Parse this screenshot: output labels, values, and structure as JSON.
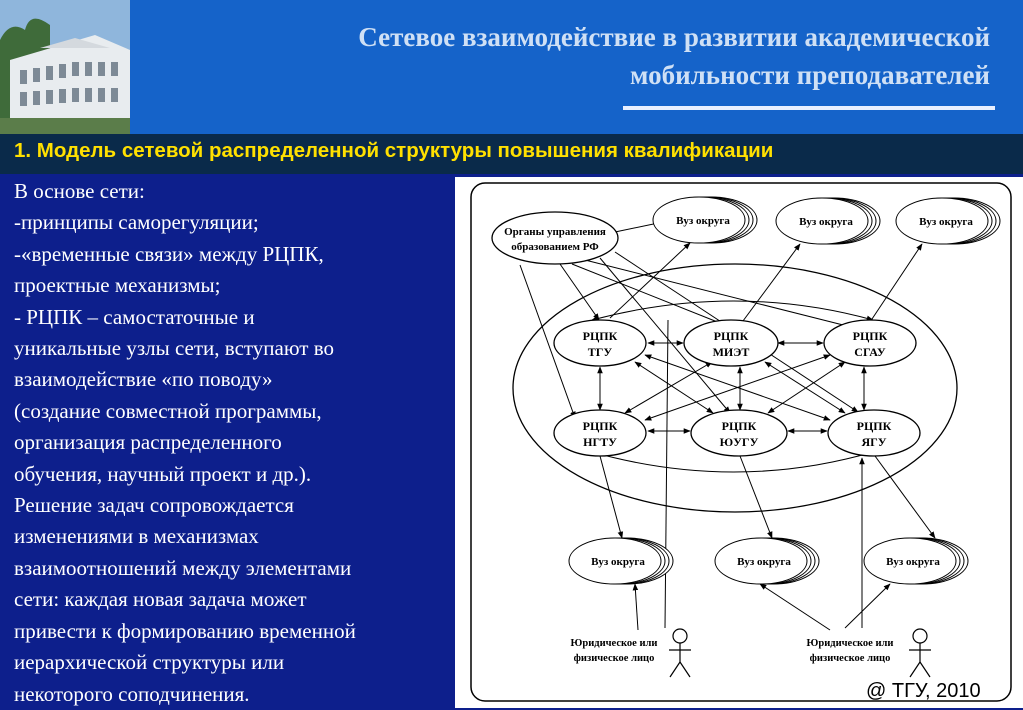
{
  "header": {
    "title_line1": "Сетевое взаимодействие в развитии академической",
    "title_line2": "мобильности преподавателей"
  },
  "subtitle": "1. Модель сетевой распределенной структуры повышения квалификации",
  "body_lines": [
    "В основе сети:",
    "-принципы саморегуляции;",
    "-«временные связи» между РЦПК,",
    "проектные механизмы;",
    "- РЦПК – самостаточные и",
    "уникальные узлы сети, вступают во",
    "взаимодействие «по поводу»",
    "(создание совместной программы,",
    "организация распределенного",
    "обучения, научный проект и др.).",
    "Решение задач сопровождается",
    "изменениями в механизмах",
    "взаимоотношений между элементами",
    "сети: каждая новая задача может",
    "привести к формированию временной",
    "иерархической структуры или",
    "некоторого соподчинения."
  ],
  "diagram": {
    "authority_line1": "Органы управления",
    "authority_line2": "образованием РФ",
    "vuz_label": "Вуз округа",
    "rcpk_label": "РЦПК",
    "nodes": {
      "tgu": "ТГУ",
      "miet": "МИЭТ",
      "sgau": "СГАУ",
      "ngtu": "НГТУ",
      "yuurgu": "ЮУГУ",
      "yagu": "ЯГУ"
    },
    "person_line1": "Юридическое или",
    "person_line2": "физическое лицо"
  },
  "copyright": "@ ТГУ, 2010"
}
